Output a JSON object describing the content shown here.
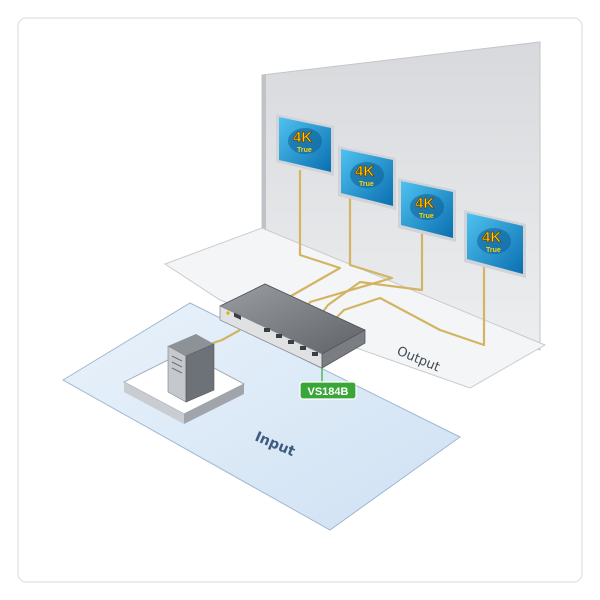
{
  "diagram": {
    "output_label": "Output",
    "input_label": "Input",
    "device_label": "VS184B",
    "badge_main": "4K",
    "badge_sub": "True",
    "displays": [
      {
        "badge_main": "4K",
        "badge_sub": "True"
      },
      {
        "badge_main": "4K",
        "badge_sub": "True"
      },
      {
        "badge_main": "4K",
        "badge_sub": "True"
      },
      {
        "badge_main": "4K",
        "badge_sub": "True"
      }
    ],
    "colors": {
      "wall": "#dfe1e4",
      "wall_edge": "#b9bcc1",
      "output_floor": "#f5f6f7",
      "input_floor": "#dce9f6",
      "cable": "#d6b76a",
      "tag": "#3aa63a",
      "screen": "#1c9ad4"
    }
  }
}
